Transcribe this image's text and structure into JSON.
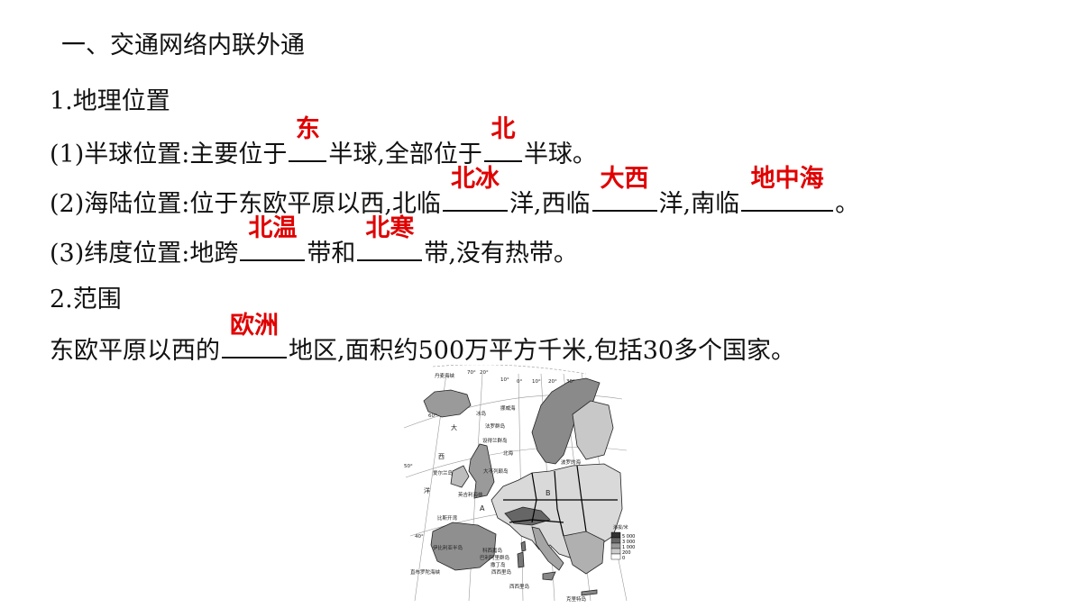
{
  "heading": "一、交通网络内联外通",
  "section1": {
    "title": "1.地理位置"
  },
  "line1": {
    "p1": "(1)半球位置:主要位于",
    "a1": "东",
    "p2": "半球,全部位于",
    "a2": "北",
    "p3": "半球。"
  },
  "line2": {
    "p1": "(2)海陆位置:位于东欧平原以西,北临",
    "a1": "北冰",
    "p2": "洋,西临",
    "a2": "大西",
    "p3": "洋,南临",
    "a3": "地中海",
    "p4": "。"
  },
  "line3": {
    "p1": "(3)纬度位置:地跨",
    "a1": "北温",
    "p2": "带和",
    "a2": "北寒",
    "p3": "带,没有热带。"
  },
  "section2": {
    "title": "2.范围"
  },
  "line4": {
    "p1": "东欧平原以西的",
    "a1": "欧洲",
    "p2": "地区,面积约500万平方千米,包括30多个国家。"
  },
  "map": {
    "lon_labels": [
      "70°",
      "20°",
      "10°",
      "0°",
      "10°",
      "20°",
      "30°"
    ],
    "lat_labels": [
      "60°",
      "50°",
      "40°"
    ],
    "places": [
      "丹麦海峡",
      "冰岛",
      "法罗群岛",
      "设得兰群岛",
      "挪威海",
      "爱尔兰岛",
      "大不列颠岛",
      "英吉利海峡",
      "比斯开湾",
      "伊比利亚半岛",
      "科西嘉岛",
      "撒丁岛",
      "巴利阿里群岛",
      "西西里岛",
      "直布罗陀海峡",
      "西西里岛",
      "克里特岛",
      "北海",
      "波罗的海"
    ],
    "ocean_chars": [
      "大",
      "西",
      "洋"
    ],
    "markers": [
      "A",
      "B"
    ],
    "legend_title": "海拔/米",
    "legend_values": [
      "5 000",
      "3 000",
      "1 000",
      "200",
      "0"
    ]
  }
}
